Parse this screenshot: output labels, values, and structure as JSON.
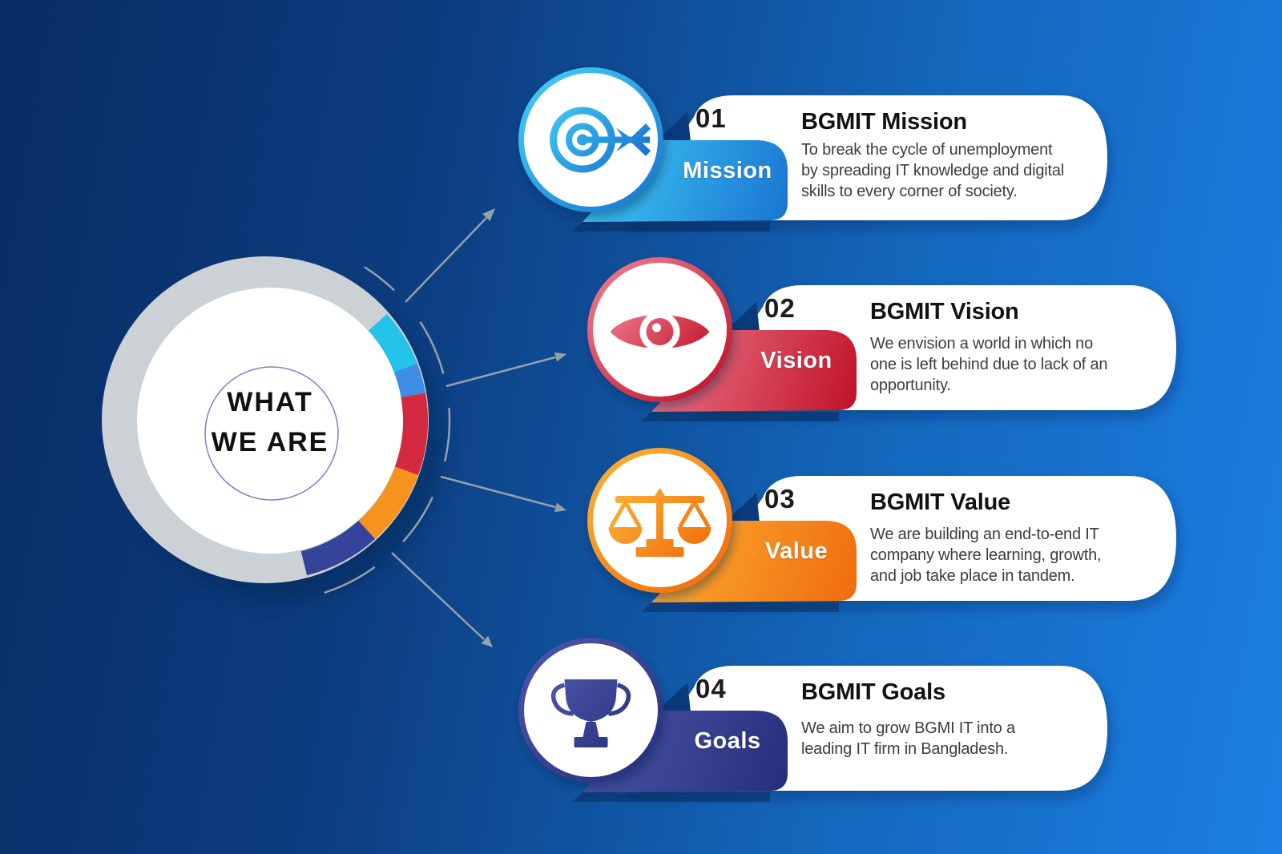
{
  "center": {
    "line1": "WHAT",
    "line2": "WE ARE"
  },
  "items": [
    {
      "id": "mission",
      "number": "01",
      "label": "Mission",
      "title": "BGMIT Mission",
      "description": "To break the cycle of unemployment\nby spreading IT knowledge and digital\nskills to every corner of society.",
      "accent_from": "#41cdf4",
      "accent_to": "#1a75d2",
      "icon": "target-arrow-icon"
    },
    {
      "id": "vision",
      "number": "02",
      "label": "Vision",
      "title": "BGMIT Vision",
      "description": "We envision a world in which no\none is left behind due to lack of an\nopportunity.",
      "accent_from": "#ee7a8b",
      "accent_to": "#c01228",
      "icon": "eye-icon"
    },
    {
      "id": "value",
      "number": "03",
      "label": "Value",
      "title": "BGMIT Value",
      "description": "We are building an end-to-end IT\ncompany where learning, growth,\nand job take place in tandem.",
      "accent_from": "#fbaf32",
      "accent_to": "#f06c0e",
      "icon": "scales-icon"
    },
    {
      "id": "goals",
      "number": "04",
      "label": "Goals",
      "title": "BGMIT Goals",
      "description": "We aim to grow BGMI IT into a\nleading IT firm in Bangladesh.",
      "accent_from": "#4d55a8",
      "accent_to": "#272f7c",
      "icon": "trophy-icon"
    }
  ],
  "wheel_segments": [
    {
      "name": "cyan",
      "color": "#23c3ea"
    },
    {
      "name": "blue",
      "color": "#3e8ee8"
    },
    {
      "name": "red",
      "color": "#d32a42"
    },
    {
      "name": "orange",
      "color": "#f6931d"
    },
    {
      "name": "navy",
      "color": "#35439b"
    }
  ],
  "colors": {
    "background_from": "#092c63",
    "background_to": "#1b7fe3",
    "ring_gray": "#ccd1d6",
    "connector_gray": "#95a0ab",
    "inner_circle_stroke": "#7b81cc",
    "fold_wedge": "#0a3a7c"
  }
}
